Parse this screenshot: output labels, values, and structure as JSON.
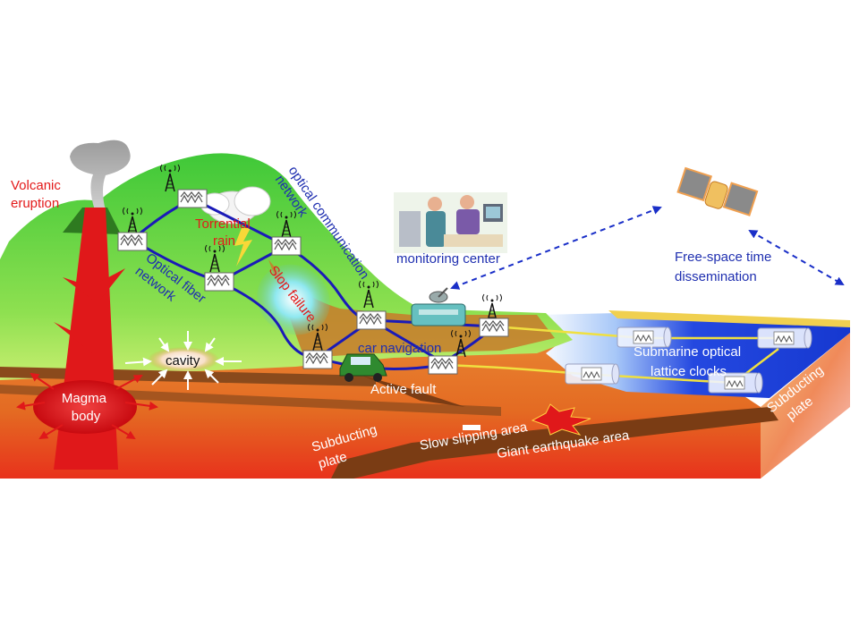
{
  "labels": {
    "volcanic_eruption": [
      "Volcanic",
      "eruption"
    ],
    "torrential_rain": [
      "Torrential",
      "rain"
    ],
    "optical_communication_network": [
      "optical communication",
      "network"
    ],
    "optical_fiber_network": [
      "Optical fiber",
      "network"
    ],
    "slop_failure": "Slop failure",
    "monitoring_center": "monitoring center",
    "free_space_time_dissemination": [
      "Free-space time",
      "dissemination"
    ],
    "car_navigation": "car navigation",
    "cavity": "cavity",
    "active_fault": "Active fault",
    "submarine_optical_lattice_clocks": [
      "Submarine optical",
      "lattice clocks"
    ],
    "subducting_plate_right": [
      "Subducting",
      "plate"
    ],
    "magma_body": [
      "Magma",
      "body"
    ],
    "subducting_plate_left": [
      "Subducting",
      "plate"
    ],
    "slow_slipping_area": "Slow slipping area",
    "giant_earthquake_area": "Giant earthquake area"
  },
  "colors": {
    "red_text": "#e31a1a",
    "blue_text": "#1f2fb0",
    "white_text": "#ffffff",
    "fiber_line": "#1a1ab8",
    "submarine_line": "#f0e040",
    "sky_link": "#1a2fc8",
    "magma": "#e0181a",
    "mountain_green": "#4fcf3a",
    "sea_blue": "#1f3fd8",
    "crust_orange": "#e7822a",
    "fault_brown": "#8a4a1c"
  },
  "icons": [
    "antenna-tower-icon",
    "optical-clock-icon",
    "satellite-icon",
    "car-icon",
    "monitoring-building-icon",
    "people-scene-icon",
    "rain-cloud-icon",
    "lightning-icon",
    "explosion-icon"
  ]
}
